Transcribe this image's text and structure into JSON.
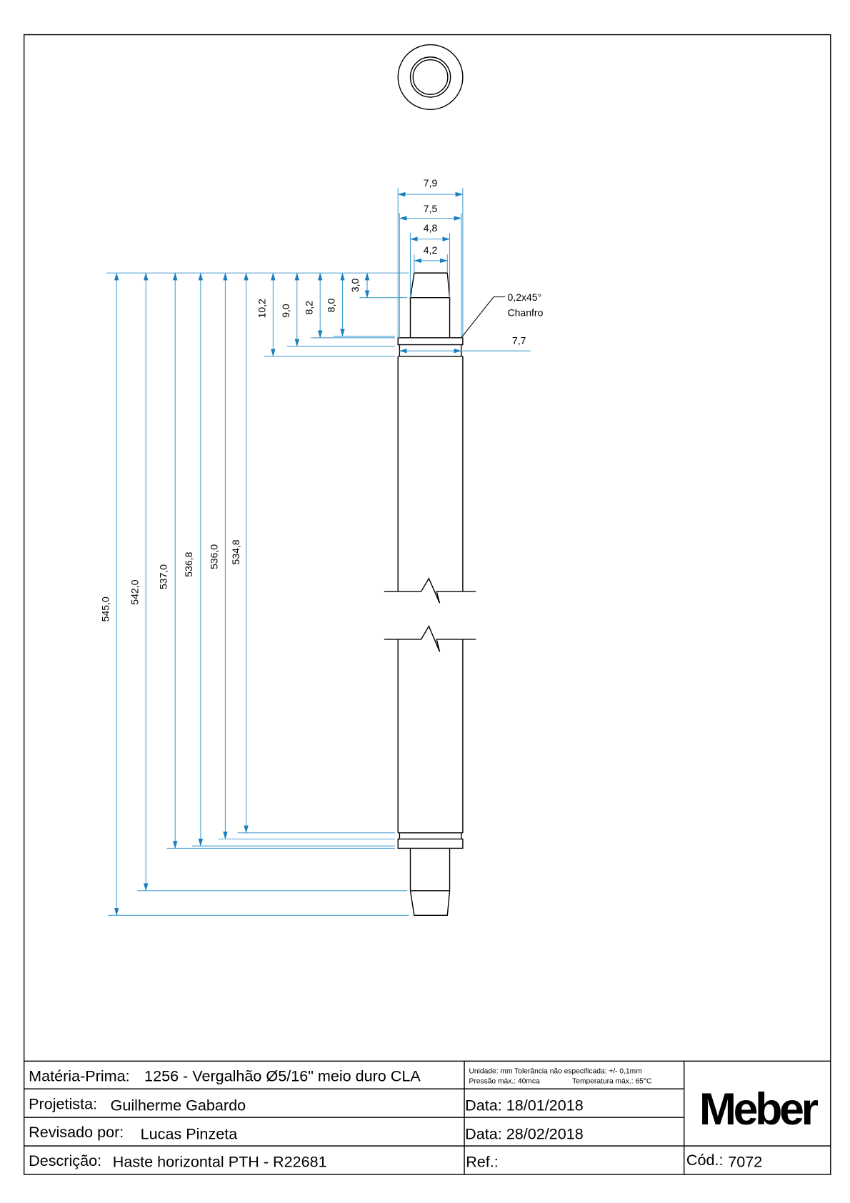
{
  "drawing": {
    "horizontal_dims": {
      "d79": "7,9",
      "d75": "7,5",
      "d48": "4,8",
      "d42": "4,2",
      "d77": "7,7"
    },
    "vertical_dims": {
      "d545": "545,0",
      "d542": "542,0",
      "d537": "537,0",
      "d5368": "536,8",
      "d536": "536,0",
      "d5348": "534,8",
      "d102": "10,2",
      "d90": "9,0",
      "d82": "8,2",
      "d80": "8,0",
      "d30": "3,0"
    },
    "chamfer": {
      "value": "0,2x45°",
      "label": "Chanfro"
    },
    "colors": {
      "dimension": "#1a7fbf",
      "outline": "#000000"
    }
  },
  "title_block": {
    "materia_label": "Matéria-Prima:",
    "materia_value": "1256 - Vergalhão Ø5/16\" meio duro CLA",
    "notes_line1": "Unidade: mm Tolerância não especificada: +/- 0,1mm",
    "notes_line2a": "Pressão máx.: 40mca",
    "notes_line2b": "Temperatura máx.: 65°C",
    "projetista_label": "Projetista:",
    "projetista_value": "Guilherme Gabardo",
    "data1": "Data: 18/01/2018",
    "revisado_label": "Revisado por:",
    "revisado_value": "Lucas Pinzeta",
    "data2": "Data: 28/02/2018",
    "descricao_label": "Descrição:",
    "descricao_value": "Haste horizontal PTH - R22681",
    "ref_label": "Ref.:",
    "cod_label": "Cód.:",
    "cod_value": "7072",
    "logo": "Meber"
  }
}
